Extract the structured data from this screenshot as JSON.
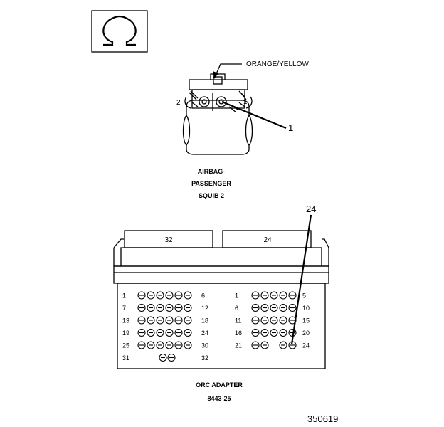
{
  "symbol": {
    "icon": "ohm-symbol-icon"
  },
  "squib": {
    "wire_color": "ORANGE/YELLOW",
    "pin_left": "2",
    "pin_right": "1",
    "callout": "1",
    "caption": [
      "AIRBAG-",
      "PASSENGER",
      "SQUIB 2"
    ]
  },
  "adapter": {
    "callout": "24",
    "connector_a": "32",
    "connector_b": "24",
    "left_block": {
      "rows": [
        {
          "start": "1",
          "end": "6",
          "pins": 6
        },
        {
          "start": "7",
          "end": "12",
          "pins": 6
        },
        {
          "start": "13",
          "end": "18",
          "pins": 6
        },
        {
          "start": "19",
          "end": "24",
          "pins": 6
        },
        {
          "start": "25",
          "end": "30",
          "pins": 6
        },
        {
          "start": "31",
          "end": "32",
          "pins": 2
        }
      ]
    },
    "right_block": {
      "rows": [
        {
          "start": "1",
          "end": "5",
          "pins": 5
        },
        {
          "start": "6",
          "end": "10",
          "pins": 5
        },
        {
          "start": "11",
          "end": "15",
          "pins": 5
        },
        {
          "start": "16",
          "end": "20",
          "pins": 5
        },
        {
          "start": "21",
          "end": "24",
          "pins": 4
        }
      ]
    },
    "caption": "ORC ADAPTER",
    "part_number": "8443-25"
  },
  "figure_id": "350619"
}
